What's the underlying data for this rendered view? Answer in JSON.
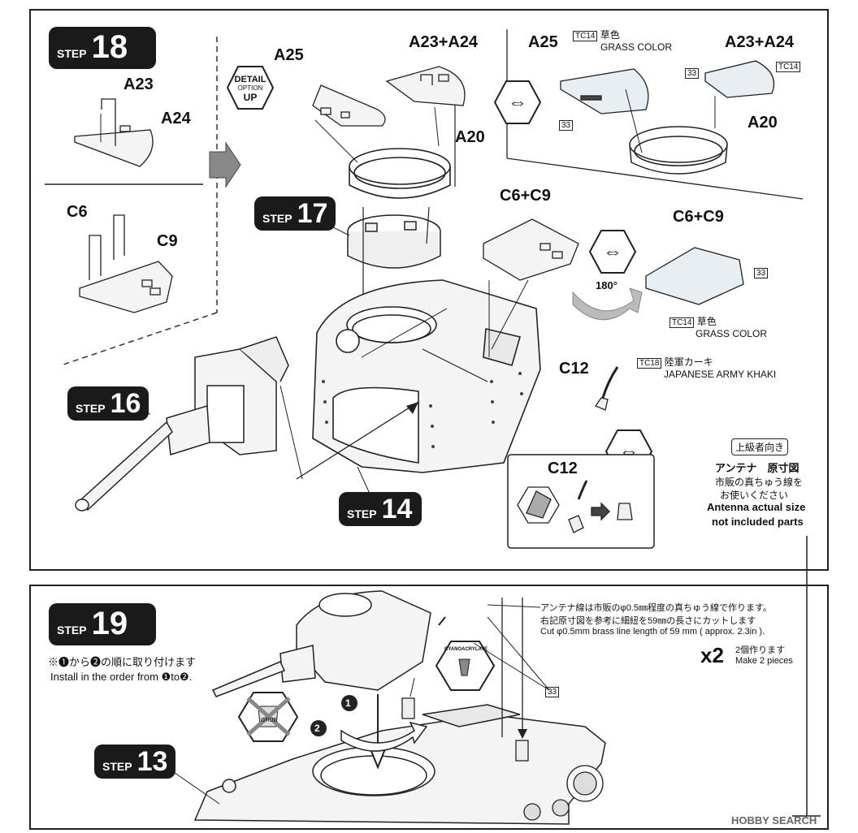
{
  "steps": {
    "s18": {
      "word": "STEP",
      "num": "18"
    },
    "s17": {
      "word": "STEP",
      "num": "17"
    },
    "s16": {
      "word": "STEP",
      "num": "16"
    },
    "s14": {
      "word": "STEP",
      "num": "14"
    },
    "s19": {
      "word": "STEP",
      "num": "19"
    },
    "s13": {
      "word": "STEP",
      "num": "13"
    }
  },
  "parts": {
    "a23": "A23",
    "a24": "A24",
    "c6": "C6",
    "c9": "C9",
    "a25_top": "A25",
    "a23a24_top": "A23+A24",
    "a20": "A20",
    "c6c9": "C6+C9",
    "a25_right": "A25",
    "a23a24_right": "A23+A24",
    "a20_right": "A20",
    "c6c9_right": "C6+C9",
    "c12": "C12",
    "c12_box": "C12"
  },
  "detail_badge": {
    "line1": "DETAIL",
    "line2": "OPTION",
    "line3": "UP"
  },
  "paint": {
    "tc14_a": {
      "code": "TC14",
      "jp": "草色",
      "en": "GRASS COLOR"
    },
    "tc14_b": {
      "code": "TC14"
    },
    "tc14_c": {
      "code": "TC14",
      "jp": "草色",
      "en": "GRASS COLOR"
    },
    "tc18": {
      "code": "TC18",
      "jp": "陸軍カーキ",
      "en": "JAPANESE ARMY KHAKI"
    }
  },
  "refs": {
    "r33a": "33",
    "r33b": "33",
    "r33c": "33",
    "r33d": "33"
  },
  "rotate_label": "180°",
  "advanced": {
    "badge": "上級者向き",
    "title": "アンテナ　原寸図",
    "jp1": "市販の真ちゅう線を",
    "jp2": "お使いください",
    "en1": "Antenna actual size",
    "en2": "not included parts"
  },
  "step19": {
    "note_jp": "※❶から❷の順に取り付けます",
    "note_en": "Install in the order from ❶to❷.",
    "cyano": "CYANOACRYLATE",
    "glue": "GRUE",
    "order1": "1",
    "order2": "2",
    "antenna_jp1": "アンテナ線は市販のφ0.5㎜程度の真ちゅう線で作ります。",
    "antenna_jp2": "右記原寸図を参考に細紐を59㎜の長さにカットします",
    "antenna_en": "Cut φ0.5mm brass line length of 59 mm ( approx. 2.3in ).",
    "qty": "x2",
    "qty_jp": "2個作ります",
    "qty_en": "Make 2 pieces"
  },
  "watermark": "HOBBY SEARCH"
}
